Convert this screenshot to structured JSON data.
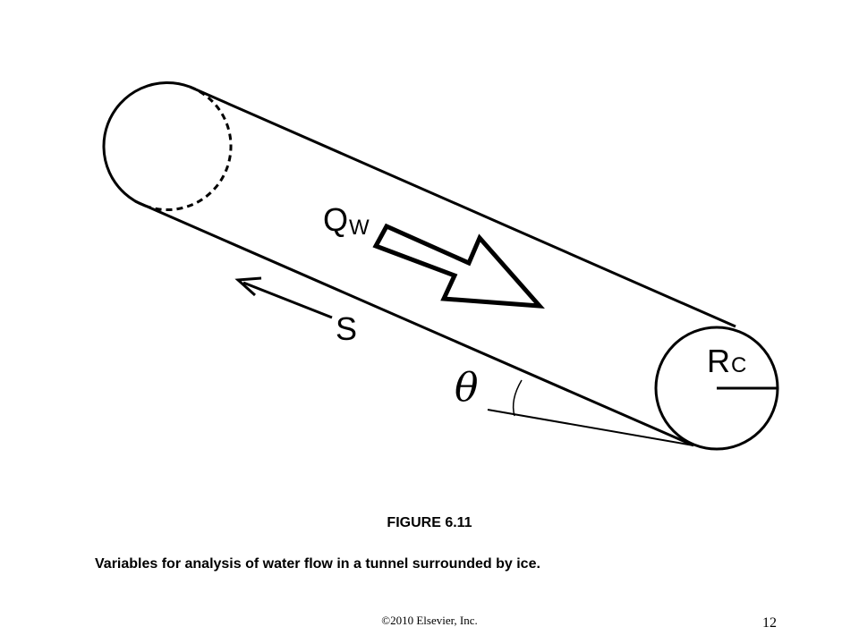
{
  "diagram": {
    "flow_label_main": "Q",
    "flow_label_sub": "W",
    "distance_label": "S",
    "angle_label": "θ",
    "radius_label_main": "R",
    "radius_label_sub": "C"
  },
  "caption": {
    "figure_number": "FIGURE 6.11",
    "text": "Variables for analysis of water flow in a tunnel surrounded by ice."
  },
  "footer": {
    "copyright": "©2010 Elsevier,  Inc.",
    "slide_number": "12"
  },
  "colors": {
    "ink": "#000000",
    "background": "#ffffff"
  }
}
